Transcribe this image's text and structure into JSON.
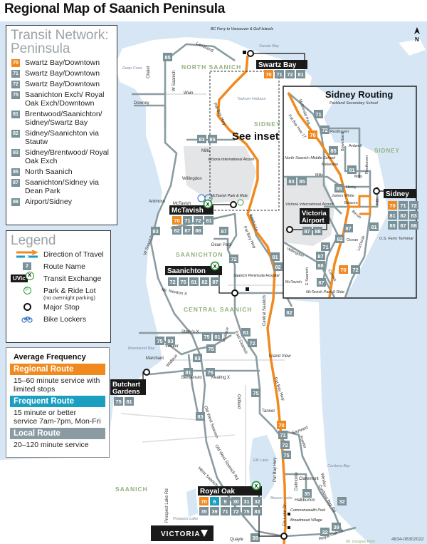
{
  "title": "Regional Map of Saanich Peninsula",
  "north_label": "N",
  "colors": {
    "regional": "#f08a1e",
    "frequent": "#1a9fc0",
    "local": "#7b9198",
    "water": "#d6e6f5",
    "area_label": "#8fb27d"
  },
  "transit_panel": {
    "title_line1": "Transit Network:",
    "title_line2": "Peninsula",
    "routes": [
      {
        "num": "70",
        "desc": "Swartz Bay/Downtown",
        "type": "regional"
      },
      {
        "num": "71",
        "desc": "Swartz Bay/Downtown",
        "type": "local"
      },
      {
        "num": "72",
        "desc": "Swartz Bay/Downtown",
        "type": "local"
      },
      {
        "num": "75",
        "desc": "Saanichton Exch/ Royal Oak Exch/Downtown",
        "type": "local"
      },
      {
        "num": "81",
        "desc": "Brentwood/Saanichton/ Sidney/Swartz Bay",
        "type": "local"
      },
      {
        "num": "82",
        "desc": "Sidney/Saanichton via Stautw",
        "type": "local"
      },
      {
        "num": "83",
        "desc": "Sidney/Brentwood/ Royal Oak Exch",
        "type": "local"
      },
      {
        "num": "85",
        "desc": "North Saanich",
        "type": "local"
      },
      {
        "num": "87",
        "desc": "Saanichton/Sidney via Dean Park",
        "type": "local"
      },
      {
        "num": "88",
        "desc": "Airport/Sidney",
        "type": "local"
      }
    ]
  },
  "legend": {
    "title": "Legend",
    "direction": "Direction of Travel",
    "route_name": "Route Name",
    "route_name_sample": "2",
    "exchange": "Transit Exchange",
    "exchange_sample": "UVic",
    "park_ride": "Park & Ride Lot",
    "park_ride_note": "(no overnight parking)",
    "major_stop": "Major Stop",
    "bike_lockers": "Bike Lockers"
  },
  "frequency": {
    "title": "Average Frequency",
    "regional": {
      "label": "Regional Route",
      "desc": "15–60 minute service with limited stops"
    },
    "frequent": {
      "label": "Frequent Route",
      "desc": "15 minute or better service 7am-7pm, Mon-Fri"
    },
    "local": {
      "label": "Local Route",
      "desc": "20–120 minute service"
    }
  },
  "major_stops": [
    {
      "name": "Swartz Bay",
      "routes": [
        "70",
        "71",
        "72",
        "81"
      ]
    },
    {
      "name": "McTavish",
      "exchange": true,
      "routes": [
        "70",
        "71",
        "72",
        "81",
        "82",
        "87",
        "88"
      ]
    },
    {
      "name": "Saanichton",
      "exchange": true,
      "routes": [
        "72",
        "75",
        "81",
        "82",
        "87"
      ]
    },
    {
      "name": "Butchart Gardens",
      "routes": [
        "75",
        "81"
      ]
    },
    {
      "name": "Royal Oak",
      "exchange": true,
      "routes": [
        "70",
        "6",
        "9",
        "30",
        "31",
        "32",
        "35",
        "39",
        "71",
        "72",
        "75",
        "83"
      ]
    },
    {
      "name": "Sidney",
      "routes": [
        "70",
        "71",
        "72",
        "81",
        "82",
        "83",
        "85",
        "87",
        "88"
      ]
    },
    {
      "name": "Victoria Airport",
      "routes": [
        "87",
        "88"
      ]
    }
  ],
  "route_badges": [
    "85",
    "83",
    "85",
    "83",
    "87",
    "72",
    "81",
    "82",
    "82",
    "75",
    "83",
    "75",
    "81",
    "81",
    "72",
    "75",
    "83",
    "81",
    "75",
    "75",
    "83",
    "70",
    "71",
    "72",
    "75",
    "35",
    "32",
    "39",
    "39",
    "32",
    "71",
    "72",
    "70",
    "85",
    "81",
    "83",
    "85",
    "85",
    "87",
    "82",
    "71",
    "87",
    "88",
    "87",
    "70",
    "72",
    "81"
  ],
  "area_labels": [
    "NORTH SAANICH",
    "SIDNEY",
    "SAANICHTON",
    "CENTRAL SAANICH",
    "SAANICH",
    "SIDNEY"
  ],
  "street_labels": [
    "Landsend",
    "Chalet",
    "W Saanich",
    "Wain",
    "Downey",
    "Pat Bay Hwy",
    "Mills",
    "Willingdon",
    "Ardmore",
    "McTavish",
    "Lochside",
    "Dean Park",
    "W Saanich",
    "Mt. Newton X",
    "Central Saanich",
    "Pat Bay Hwy",
    "Stelly's X",
    "Verdier",
    "Wallace",
    "East Saanich",
    "Marchant",
    "Island View",
    "Wallace",
    "Benvenuto",
    "Keating X",
    "Pat Bay Hwy",
    "Oldfield",
    "Old West Saanich",
    "Tanner",
    "Old West Saanich Rd",
    "West Saanich",
    "Sayward",
    "Fowler",
    "Pat Bay Hwy",
    "Prospect Lake Rd",
    "Delmonte",
    "Claremont",
    "Wesley",
    "Halliburton",
    "Cordova Bay Rd",
    "Elk Lake Dr.",
    "Royal Oak Dr.",
    "Quayle"
  ],
  "water_labels": [
    "Deep Cove",
    "Swartz Bay",
    "Tsehum Harbour",
    "Brentwood Bay",
    "Elk Lake",
    "Beaver Lake",
    "Prospect Lake",
    "Cordova Bay"
  ],
  "poi_labels": [
    "BC Ferry to Vancouver & Gulf Islands",
    "Victoria International Airport",
    "McTavish Park & Ride",
    "Saanich Peninsula Hospital",
    "Commonwealth Pool",
    "Broadmead Village",
    "Mt. Douglas Park"
  ],
  "see_inset": "See inset",
  "inset": {
    "title": "Sidney Routing",
    "labels": [
      "Parkland Secondary School",
      "McDonald Park",
      "Pat Bay Hwy 17",
      "Resthaven",
      "North Saanich Middle School",
      "Bowerbank",
      "Ardwell",
      "Malaview",
      "Mills",
      "Mills",
      "Resthaven",
      "Henry",
      "James White",
      "Beacon",
      "Fifth",
      "Bevan",
      "Victoria International Airport",
      "Ocean",
      "Willingdon",
      "Lochside",
      "U.S. Ferry Terminal",
      "E Saanich",
      "Canora",
      "McTavish",
      "McTavish Park & Ride"
    ]
  },
  "victoria_button": "VICTORIA",
  "map_code": "4834-06302022"
}
